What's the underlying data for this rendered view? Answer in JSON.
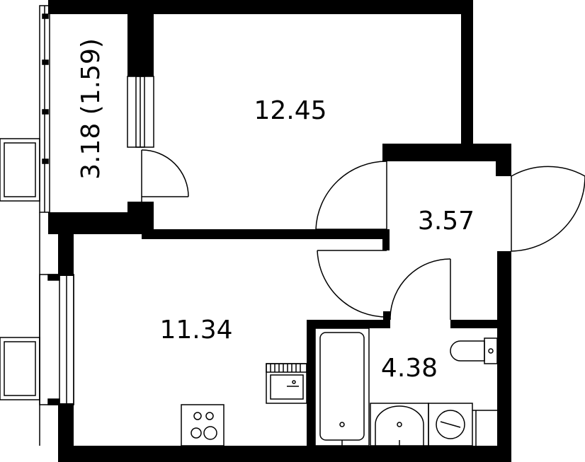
{
  "colors": {
    "wall": "#000000",
    "line": "#000000",
    "background": "#ffffff"
  },
  "rooms": {
    "bedroom": {
      "area": "12.45"
    },
    "balcony": {
      "area": "3.18 (1.59)"
    },
    "hall": {
      "area": "3.57"
    },
    "kitchen_living": {
      "area": "11.34"
    },
    "bathroom": {
      "area": "4.38"
    }
  },
  "icons": {
    "bathtub": "bathtub-icon",
    "toilet": "toilet-icon",
    "sink": "sink-icon",
    "washer": "washing-machine-icon",
    "stove": "stove-icon",
    "kitchen_sink": "kitchen-sink-icon"
  }
}
